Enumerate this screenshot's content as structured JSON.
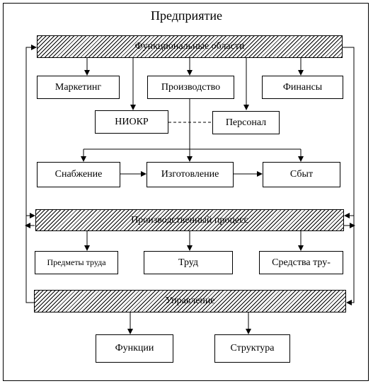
{
  "title": "Предприятие",
  "bands": {
    "functional": "Функциональные области",
    "process": "Производственный процесс",
    "management": "Управление"
  },
  "areas": {
    "marketing": "Маркетинг",
    "production": "Производство",
    "finance": "Финансы",
    "rnd": "НИОКР",
    "personnel": "Персонал"
  },
  "chain": {
    "supply": "Снабжение",
    "manufacturing": "Изготовление",
    "sales": "Сбыт"
  },
  "factors": {
    "objects": "Предметы труда",
    "labor": "Труд",
    "means": "Средства тру-"
  },
  "management_parts": {
    "functions": "Функции",
    "structure": "Структура"
  }
}
